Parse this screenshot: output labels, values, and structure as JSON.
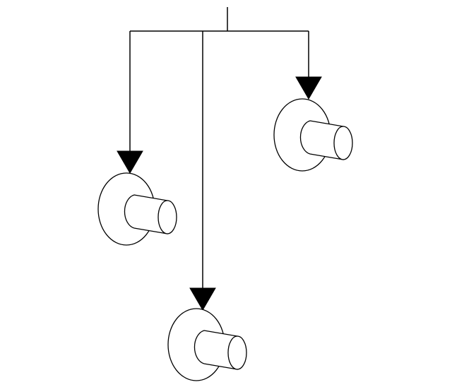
{
  "diagram": {
    "type": "tree",
    "line_color": "#000000",
    "arrowhead_fill": "#000000",
    "part_fill": "#ffffff",
    "branches": [
      {
        "name": "left-branch",
        "part_icon": "flanged-bushing-icon"
      },
      {
        "name": "middle-branch",
        "part_icon": "flanged-bushing-icon"
      },
      {
        "name": "right-branch",
        "part_icon": "flanged-bushing-icon"
      }
    ]
  }
}
